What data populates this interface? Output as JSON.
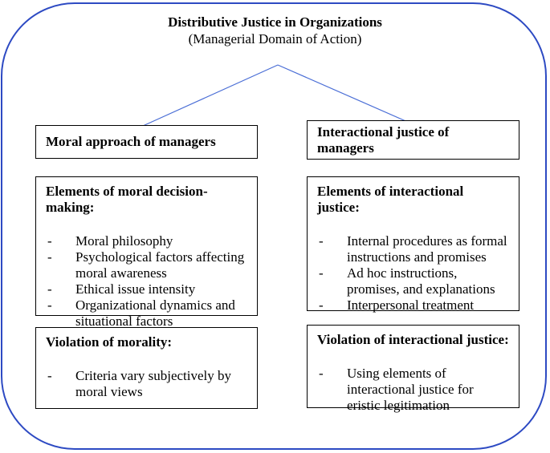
{
  "diagram": {
    "title": "Distributive Justice in Organizations",
    "subtitle": "(Managerial Domain of Action)",
    "colors": {
      "frame": "#2d4ac3",
      "connector": "#4a6ed6",
      "box_border": "#000000"
    },
    "left": {
      "header": "Moral approach of managers",
      "elements": {
        "heading": "Elements of moral decision-making:",
        "items": [
          "Moral philosophy",
          "Psychological factors affecting moral awareness",
          "Ethical issue intensity",
          "Organizational dynamics and situational factors"
        ]
      },
      "violation": {
        "heading": "Violation of morality:",
        "items": [
          "Criteria vary subjectively by moral views"
        ]
      }
    },
    "right": {
      "header": "Interactional justice of managers",
      "elements": {
        "heading": "Elements of interactional justice:",
        "items": [
          "Internal procedures as formal instructions and promises",
          "Ad hoc instructions, promises, and explanations",
          "Interpersonal treatment"
        ]
      },
      "violation": {
        "heading": "Violation of interactional justice:",
        "items": [
          "Using elements of interactional justice for eristic legitimation"
        ]
      }
    },
    "bullet": "-"
  }
}
